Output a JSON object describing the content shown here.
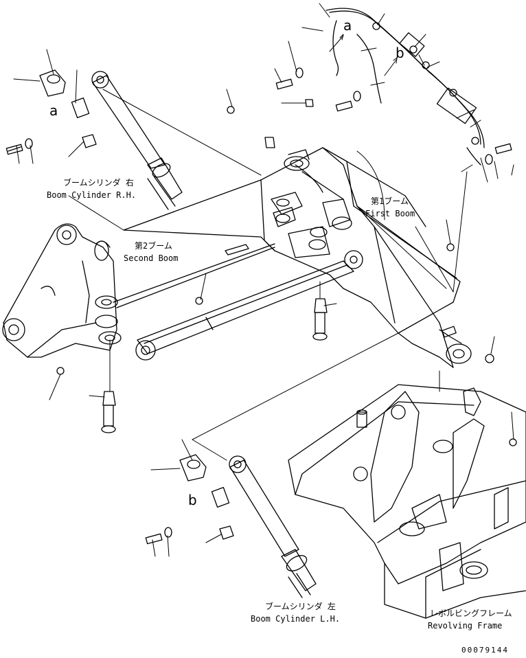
{
  "labels": {
    "boom_cylinder_rh_jp": "ブームシリンダ 右",
    "boom_cylinder_rh_en": "Boom Cylinder R.H.",
    "second_boom_jp": "第2ブーム",
    "second_boom_en": "Second Boom",
    "first_boom_jp": "第1ブーム",
    "first_boom_en": "First Boom",
    "boom_cylinder_lh_jp": "ブームシリンダ 左",
    "boom_cylinder_lh_en": "Boom Cylinder L.H.",
    "revolving_frame_jp": "レボルビングフレーム",
    "revolving_frame_en": "Revolving Frame"
  },
  "callouts": {
    "a_left": "a",
    "a_top": "a",
    "b_left": "b",
    "b_top": "b"
  },
  "drawing_code": "00079144"
}
